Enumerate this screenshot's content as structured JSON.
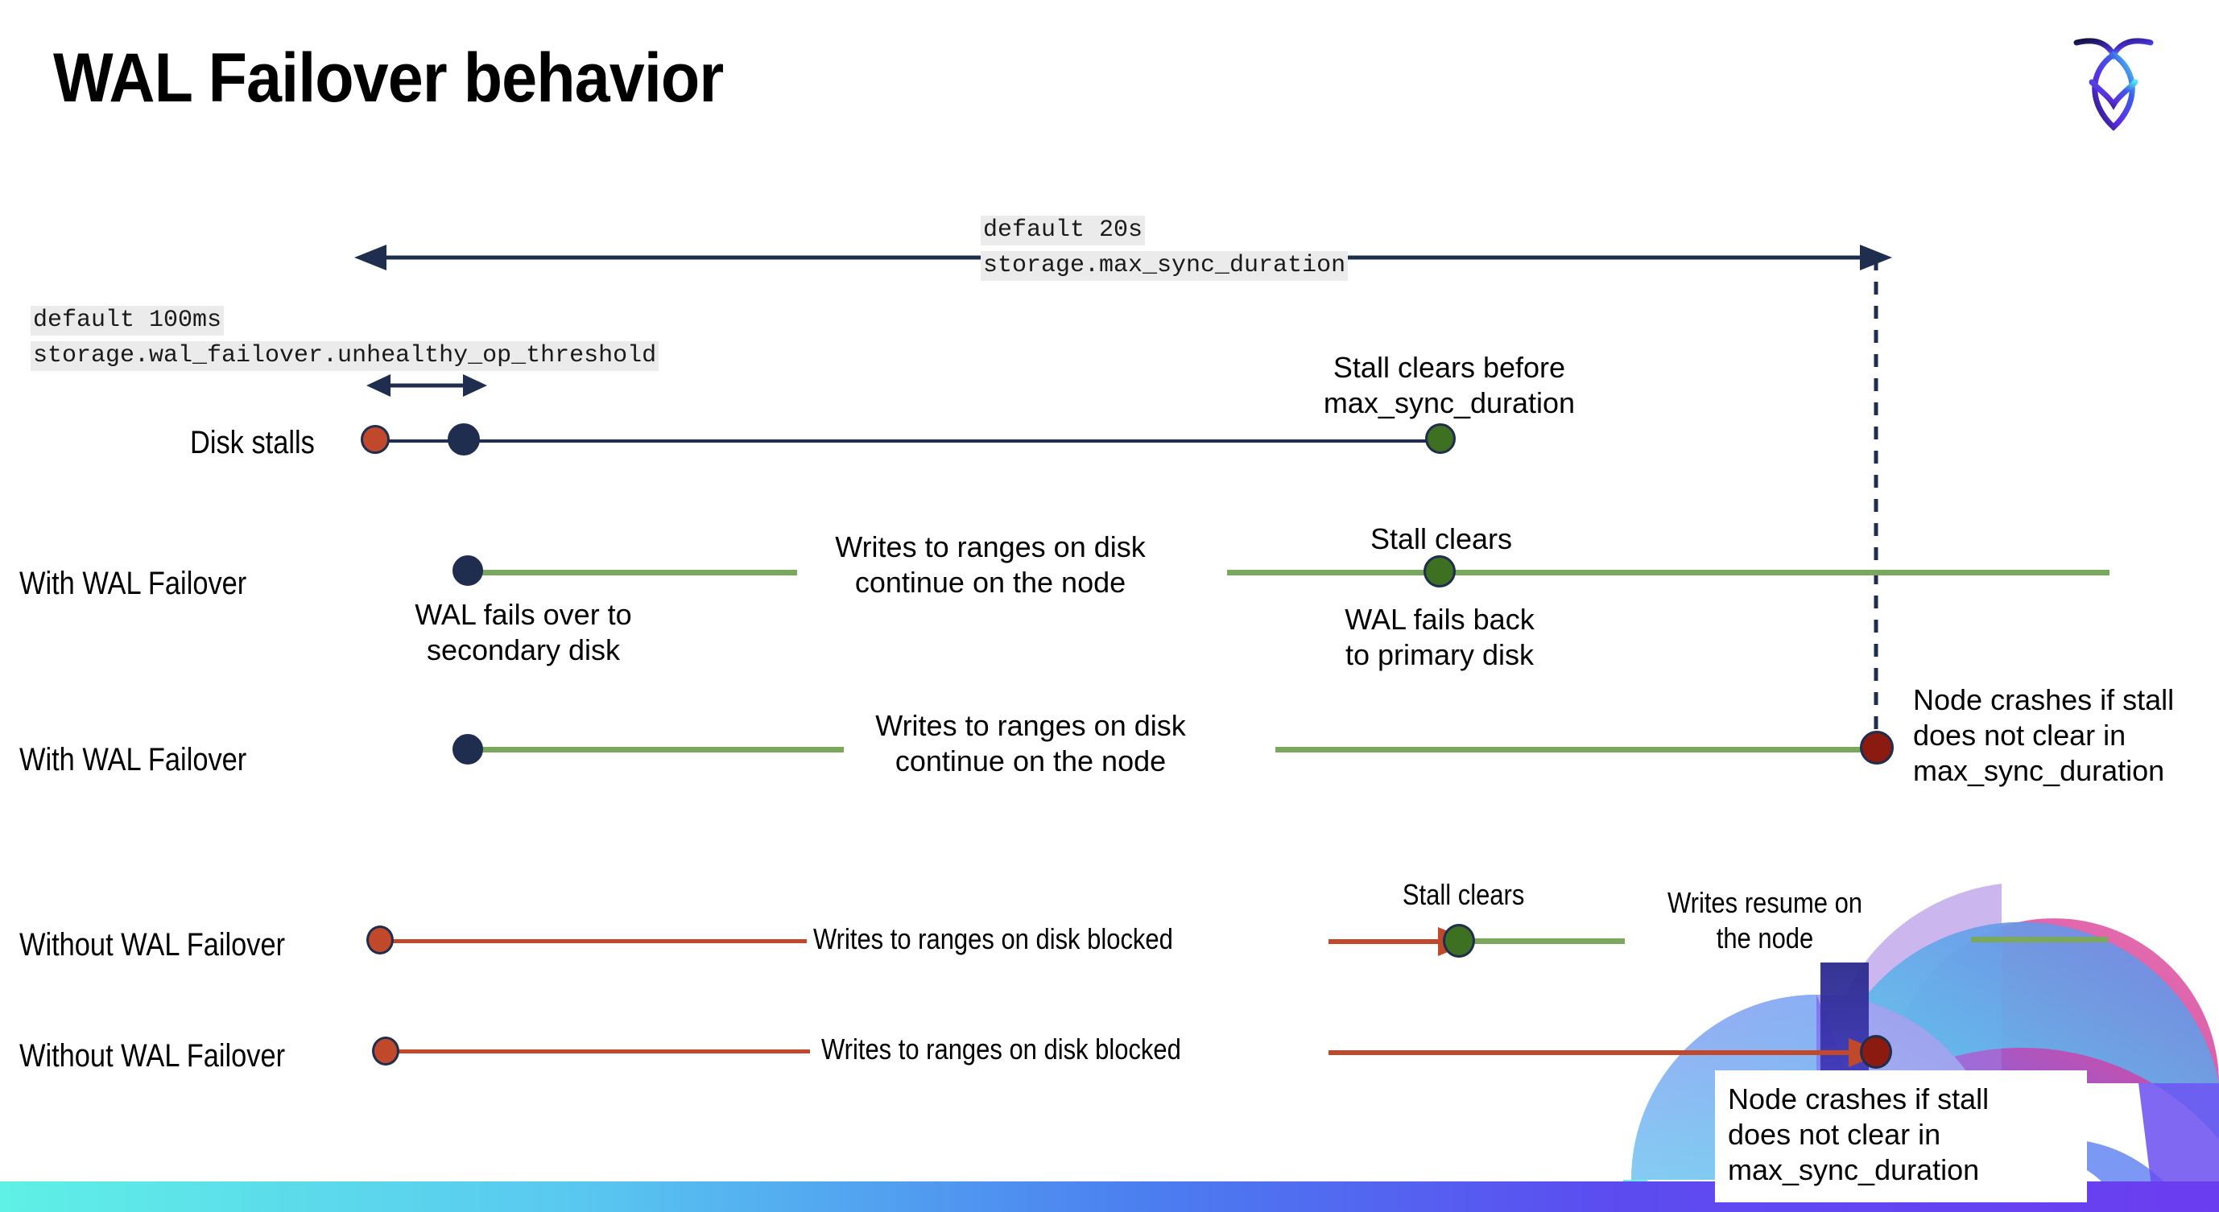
{
  "slide": {
    "title": "WAL Failover behavior",
    "brand_logo": "cockroach-labs-logo"
  },
  "colors": {
    "navy": "#1f2d4e",
    "orange": "#c0492b",
    "green_line": "#7aa85c",
    "green_dot": "#3e7022",
    "red_dot": "#8b1a10",
    "code_bg": "#ebebeb",
    "bottom_bar_from": "#5ff0e6",
    "bottom_bar_to": "#6b3df0"
  },
  "settings": {
    "max_sync": {
      "default_label": "default 20s",
      "name": "storage.max_sync_duration"
    },
    "unhealthy_op": {
      "default_label": "default 100ms",
      "name": "storage.wal_failover.unhealthy_op_threshold"
    }
  },
  "rows": [
    {
      "id": "disk-stalls",
      "label": "Disk stalls",
      "annotation": "Stall clears before\nmax_sync_duration"
    },
    {
      "id": "with-wal-failover-clears",
      "label": "With WAL Failover",
      "note_start": "WAL fails over to\nsecondary disk",
      "note_middle": "Writes to ranges on disk\ncontinue on the node",
      "note_event": "Stall clears",
      "note_after": "WAL fails  back\nto primary disk"
    },
    {
      "id": "with-wal-failover-crash",
      "label": "With WAL Failover",
      "note_middle": "Writes to ranges on disk\ncontinue on the node",
      "note_crash": "Node crashes if stall\ndoes not clear in\nmax_sync_duration"
    },
    {
      "id": "without-wal-failover-clears",
      "label": "Without WAL Failover",
      "note_middle": "Writes to ranges on disk  blocked",
      "note_event": "Stall clears",
      "note_after": "Writes resume on\nthe node"
    },
    {
      "id": "without-wal-failover-crash",
      "label": "Without WAL Failover",
      "note_middle": "Writes to ranges on disk  blocked",
      "note_crash": "Node crashes if stall\ndoes not clear in\nmax_sync_duration"
    }
  ]
}
